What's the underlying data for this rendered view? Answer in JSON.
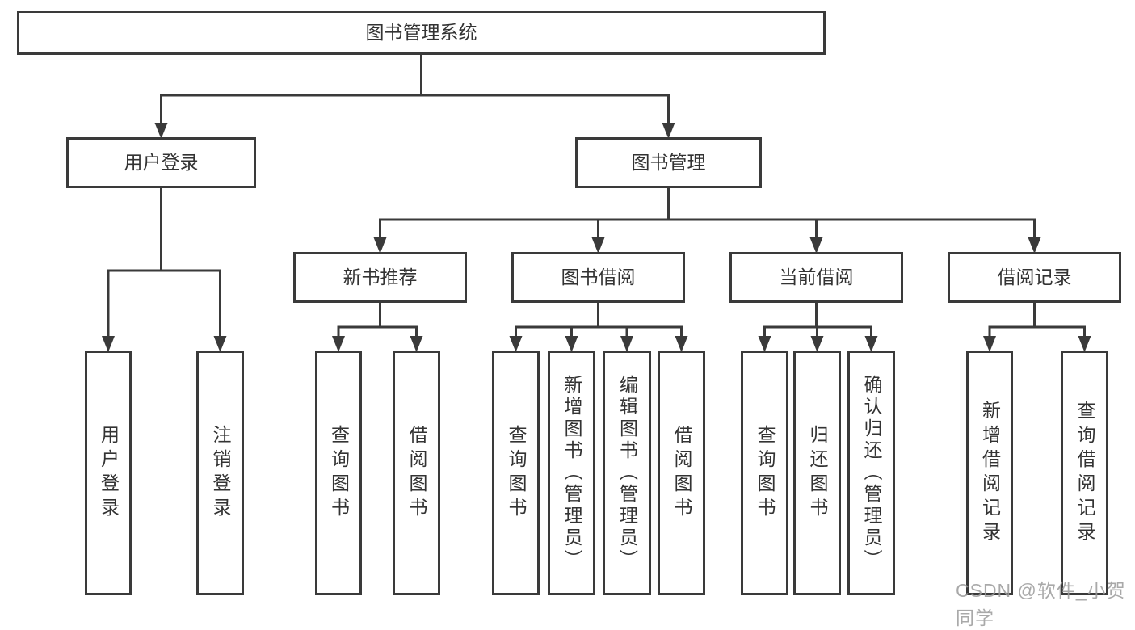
{
  "diagram": {
    "title": "图书管理系统",
    "nodes": [
      {
        "id": "system",
        "label": "图书管理系统",
        "level": 1,
        "parent": null,
        "text_direction": "horizontal"
      },
      {
        "id": "user-login",
        "label": "用户登录",
        "level": 2,
        "parent": "system",
        "text_direction": "horizontal"
      },
      {
        "id": "book-management",
        "label": "图书管理",
        "level": 2,
        "parent": "system",
        "text_direction": "horizontal"
      },
      {
        "id": "new-book-recommend",
        "label": "新书推荐",
        "level": 3,
        "parent": "book-management",
        "text_direction": "horizontal"
      },
      {
        "id": "book-borrowing",
        "label": "图书借阅",
        "level": 3,
        "parent": "book-management",
        "text_direction": "horizontal"
      },
      {
        "id": "current-borrowing",
        "label": "当前借阅",
        "level": 3,
        "parent": "book-management",
        "text_direction": "horizontal"
      },
      {
        "id": "borrowing-records",
        "label": "借阅记录",
        "level": 3,
        "parent": "book-management",
        "text_direction": "horizontal"
      },
      {
        "id": "login-leaf",
        "label": "用户登录",
        "level": 4,
        "parent": "user-login",
        "text_direction": "vertical"
      },
      {
        "id": "logout-leaf",
        "label": "注销登录",
        "level": 4,
        "parent": "user-login",
        "text_direction": "vertical"
      },
      {
        "id": "recommend-query-books",
        "label": "查询图书",
        "level": 4,
        "parent": "new-book-recommend",
        "text_direction": "vertical"
      },
      {
        "id": "recommend-borrow-books",
        "label": "借阅图书",
        "level": 4,
        "parent": "new-book-recommend",
        "text_direction": "vertical"
      },
      {
        "id": "borrowing-query-books",
        "label": "查询图书",
        "level": 4,
        "parent": "book-borrowing",
        "text_direction": "vertical"
      },
      {
        "id": "borrowing-add-books",
        "label": "新增图书（管理员）",
        "level": 4,
        "parent": "book-borrowing",
        "text_direction": "vertical"
      },
      {
        "id": "borrowing-edit-books",
        "label": "编辑图书（管理员）",
        "level": 4,
        "parent": "book-borrowing",
        "text_direction": "vertical"
      },
      {
        "id": "borrowing-borrow-books",
        "label": "借阅图书",
        "level": 4,
        "parent": "book-borrowing",
        "text_direction": "vertical"
      },
      {
        "id": "current-query-books",
        "label": "查询图书",
        "level": 4,
        "parent": "current-borrowing",
        "text_direction": "vertical"
      },
      {
        "id": "current-return-books",
        "label": "归还图书",
        "level": 4,
        "parent": "current-borrowing",
        "text_direction": "vertical"
      },
      {
        "id": "current-confirm-return",
        "label": "确认归还（管理员）",
        "level": 4,
        "parent": "current-borrowing",
        "text_direction": "vertical"
      },
      {
        "id": "records-add-record",
        "label": "新增借阅记录",
        "level": 4,
        "parent": "borrowing-records",
        "text_direction": "vertical"
      },
      {
        "id": "records-query-record",
        "label": "查询借阅记录",
        "level": 4,
        "parent": "borrowing-records",
        "text_direction": "vertical"
      }
    ]
  },
  "watermark": {
    "text": "CSDN @软件_小贺同学"
  },
  "colors": {
    "line": "#3a3a3a",
    "box_border": "#3a3a3a",
    "text": "#333333",
    "watermark": "#9b9b9b",
    "background": "#ffffff"
  }
}
